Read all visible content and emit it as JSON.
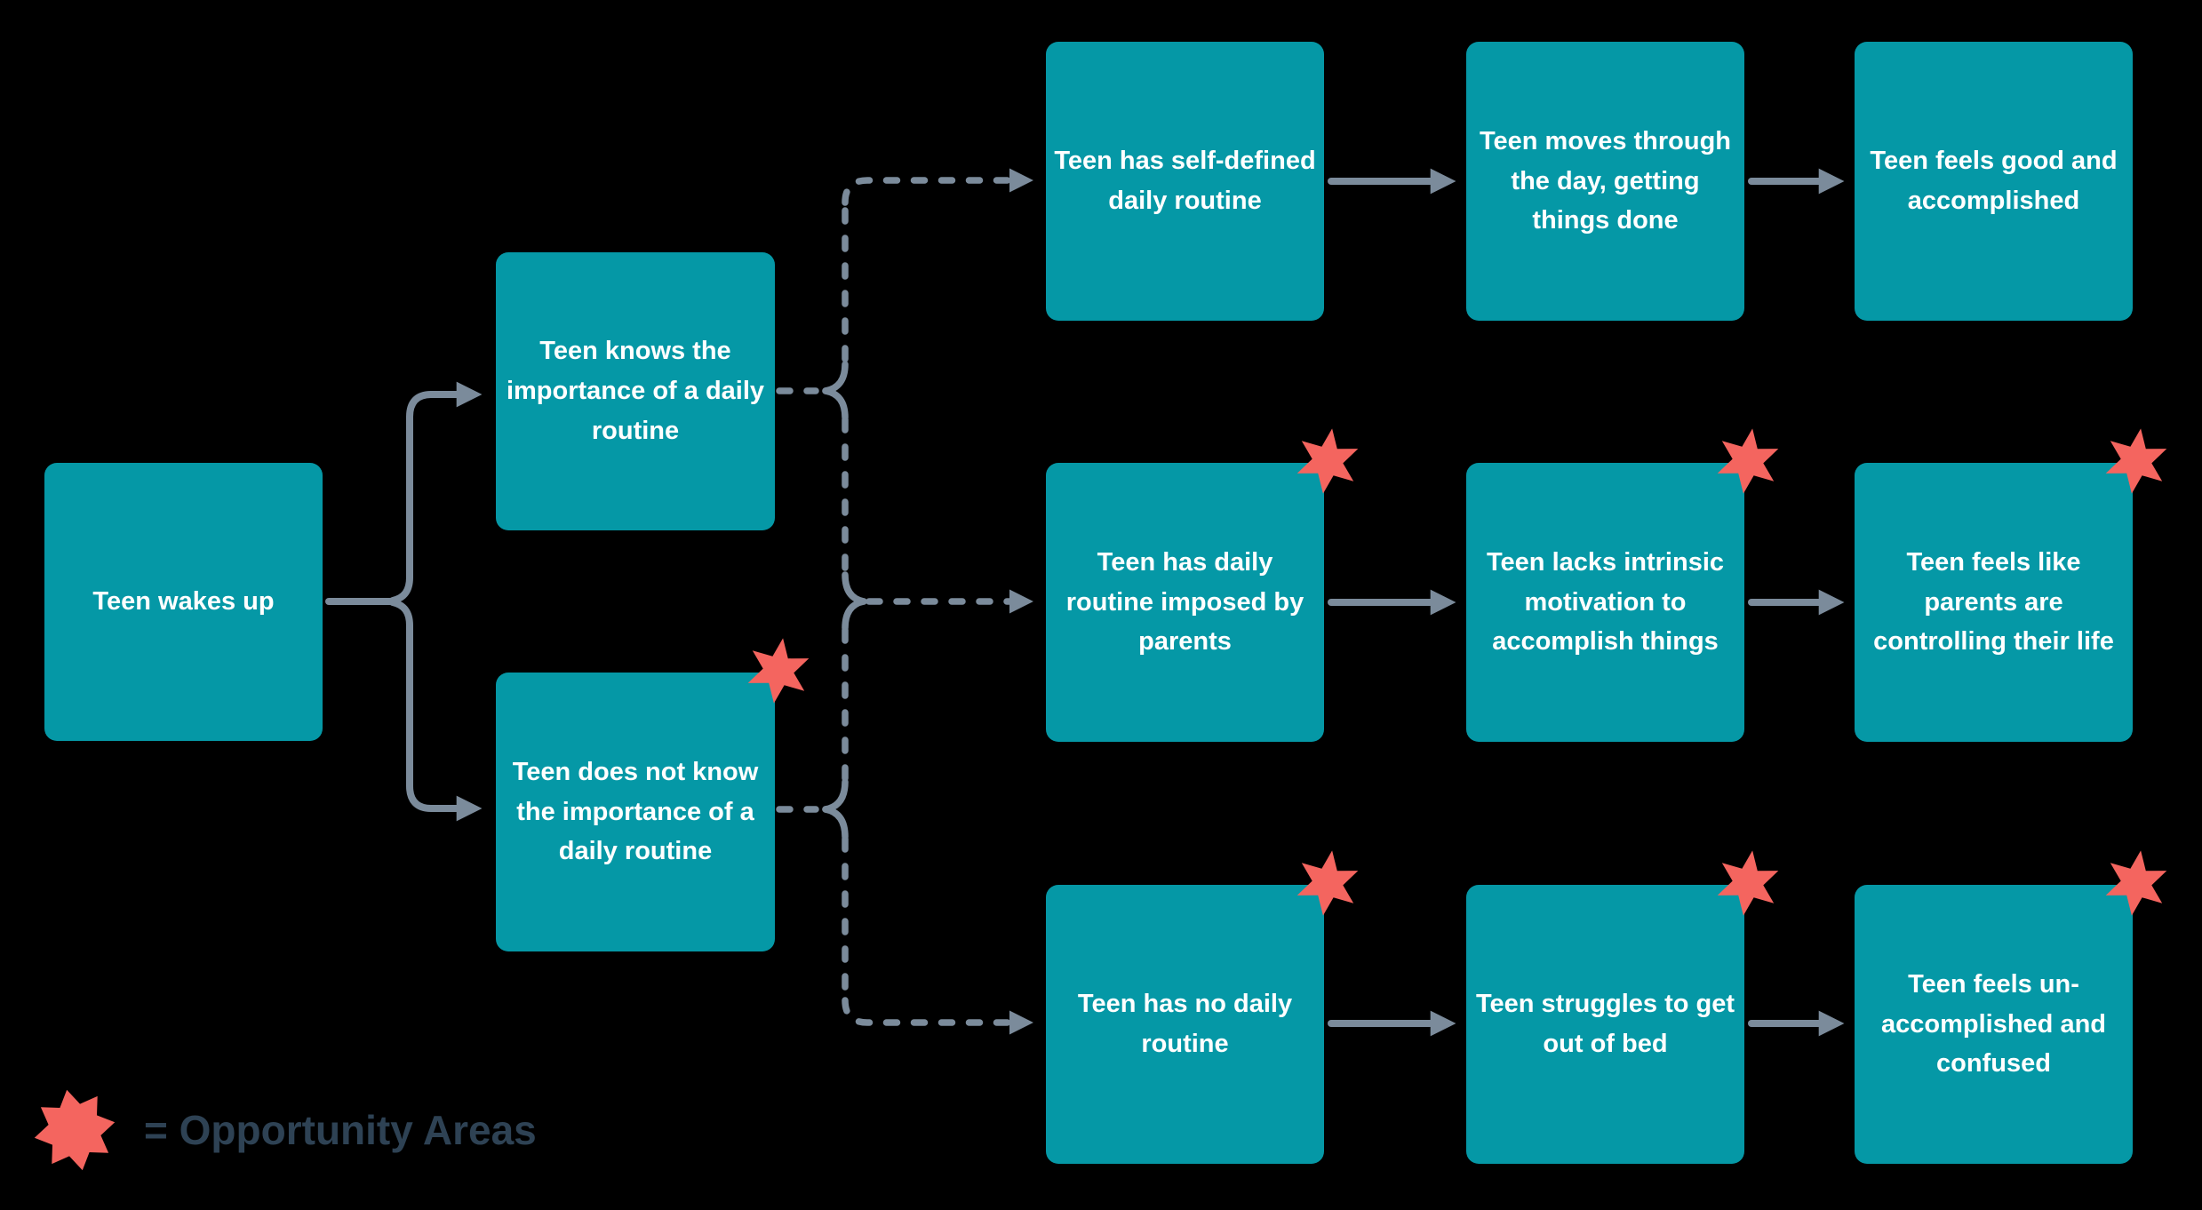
{
  "colors": {
    "background": "#000000",
    "node_fill": "#0598A6",
    "node_text": "#FFFFFF",
    "connector": "#7B8B9B",
    "opportunity_star": "#F4655F",
    "legend_text": "#2E4254"
  },
  "nodes": {
    "start": {
      "label": "Teen wakes up",
      "opportunity": false
    },
    "knows_importance": {
      "label": "Teen knows the importance of a daily routine",
      "opportunity": false
    },
    "does_not_know_importance": {
      "label": "Teen does not know the importance of a daily routine",
      "opportunity": true
    },
    "self_defined_routine": {
      "label": "Teen has self-defined daily routine",
      "opportunity": false
    },
    "moves_through_day": {
      "label": "Teen moves through the day, getting things done",
      "opportunity": false
    },
    "feels_good": {
      "label": "Teen feels good and accomplished",
      "opportunity": false
    },
    "routine_imposed_by_parents": {
      "label": "Teen has daily routine imposed by parents",
      "opportunity": true
    },
    "lacks_intrinsic_motivation": {
      "label": "Teen lacks intrinsic motivation to accomplish things",
      "opportunity": true
    },
    "parents_controlling_life": {
      "label": "Teen feels like parents are controlling their life",
      "opportunity": true
    },
    "no_daily_routine": {
      "label": "Teen has no daily routine",
      "opportunity": true
    },
    "struggles_out_of_bed": {
      "label": "Teen struggles to get out of bed",
      "opportunity": true
    },
    "feels_unaccomplished": {
      "label": "Teen feels un-accomplished and confused",
      "opportunity": true
    }
  },
  "legend": {
    "icon": "opportunity-star-icon",
    "label": "= Opportunity Areas"
  }
}
